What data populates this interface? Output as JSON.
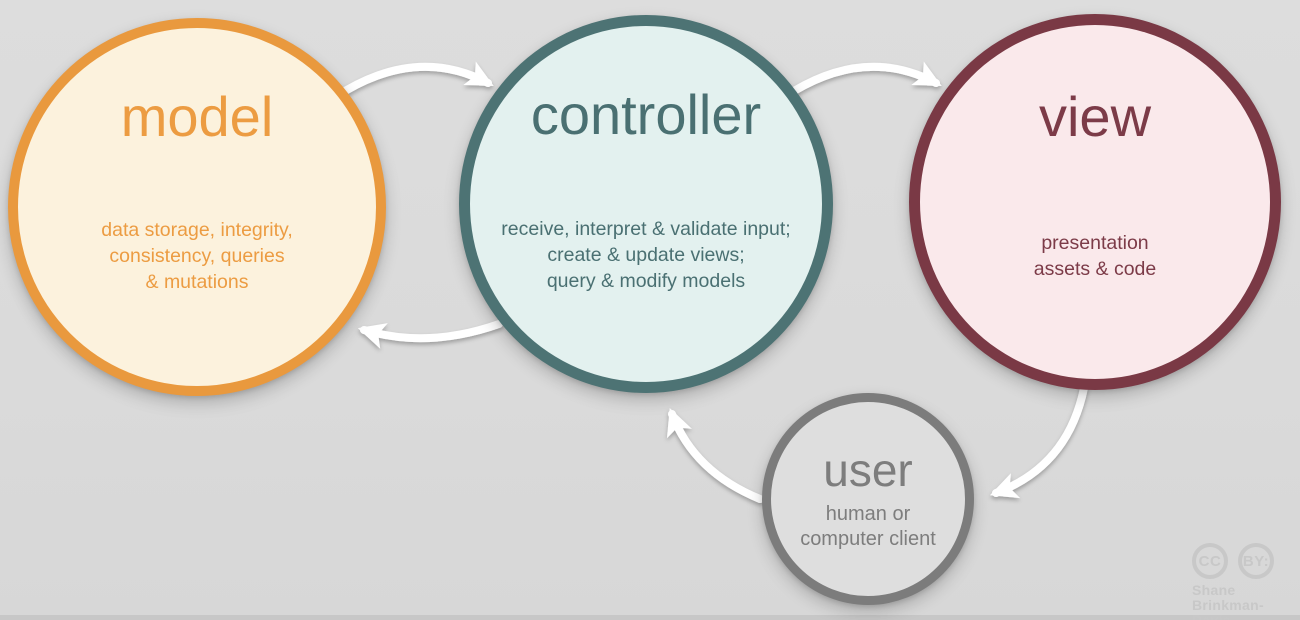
{
  "background": {
    "color": "#DADADA",
    "bottom_edge_color": "#C7C7C7",
    "arrow_color": "#FFFFFF"
  },
  "nodes": {
    "model": {
      "label": "model",
      "description": "data storage, integrity,\nconsistency, queries\n& mutations",
      "colors": {
        "border": "#E9993E",
        "fill": "#FCF2DD",
        "text": "#EC9C42"
      }
    },
    "controller": {
      "label": "controller",
      "description": "receive, interpret & validate input;\ncreate & update views;\nquery & modify models",
      "colors": {
        "border": "#4D7374",
        "fill": "#E3F1EF",
        "text": "#4A7072"
      }
    },
    "view": {
      "label": "view",
      "description": "presentation\nassets & code",
      "colors": {
        "border": "#7A3945",
        "fill": "#FAE9EB",
        "text": "#7C3B48"
      }
    },
    "user": {
      "label": "user",
      "description": "human or\ncomputer client",
      "colors": {
        "border": "#7C7C7C",
        "fill": "#DEDEDE",
        "text": "#7D7D7D"
      }
    }
  },
  "arrows": [
    {
      "from": "model",
      "to": "controller"
    },
    {
      "from": "controller",
      "to": "view"
    },
    {
      "from": "controller",
      "to": "model"
    },
    {
      "from": "view",
      "to": "user"
    },
    {
      "from": "user",
      "to": "controller"
    }
  ],
  "attribution": {
    "license_icon_1": "CC",
    "license_icon_2": "BY:",
    "author_line1": "Shane",
    "author_line2": "Brinkman-Davis"
  }
}
